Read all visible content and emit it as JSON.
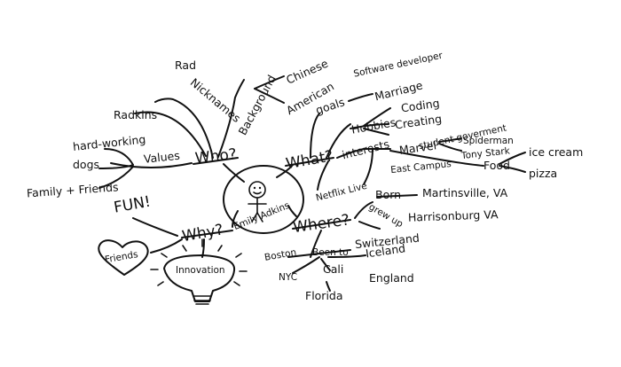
{
  "center": {
    "name": "Emily Adkins"
  },
  "branches": {
    "who": {
      "label": "Who?",
      "nicknames": {
        "label": "Nicknames",
        "items": [
          "Rad",
          "Radkins"
        ]
      },
      "values": {
        "label": "Values",
        "items": [
          "hard-working",
          "dogs",
          "Family + Friends"
        ]
      },
      "background": {
        "label": "Background",
        "items": [
          "Chinese",
          "American"
        ]
      }
    },
    "what": {
      "label": "What?",
      "goals": {
        "label": "goals",
        "items": [
          "Software developer",
          "Marriage"
        ]
      },
      "hobbies": {
        "label": "Hobbies",
        "items": [
          "Coding",
          "Creating",
          "student goverment"
        ]
      },
      "interests": {
        "label": "interests",
        "marvel": {
          "label": "Marvel",
          "items": [
            "Spiderman",
            "Tony Stark"
          ]
        },
        "food": {
          "label": "Food",
          "items": [
            "ice cream",
            "pizza"
          ]
        },
        "netflix": "Netflix Live",
        "east_campus": "East Campus"
      }
    },
    "where": {
      "label": "Where?",
      "born": {
        "label": "Born",
        "value": "Martinsville, VA"
      },
      "grew_up": {
        "label": "grew up",
        "value": "Harrisonburg VA"
      },
      "been_to": {
        "label": "Been to",
        "items": [
          "Boston",
          "Switzerland",
          "NYC",
          "Cali",
          "Iceland",
          "Florida",
          "England"
        ]
      }
    },
    "why": {
      "label": "Why?",
      "items": [
        "FUN!",
        "Friends",
        "Innovation"
      ]
    }
  }
}
